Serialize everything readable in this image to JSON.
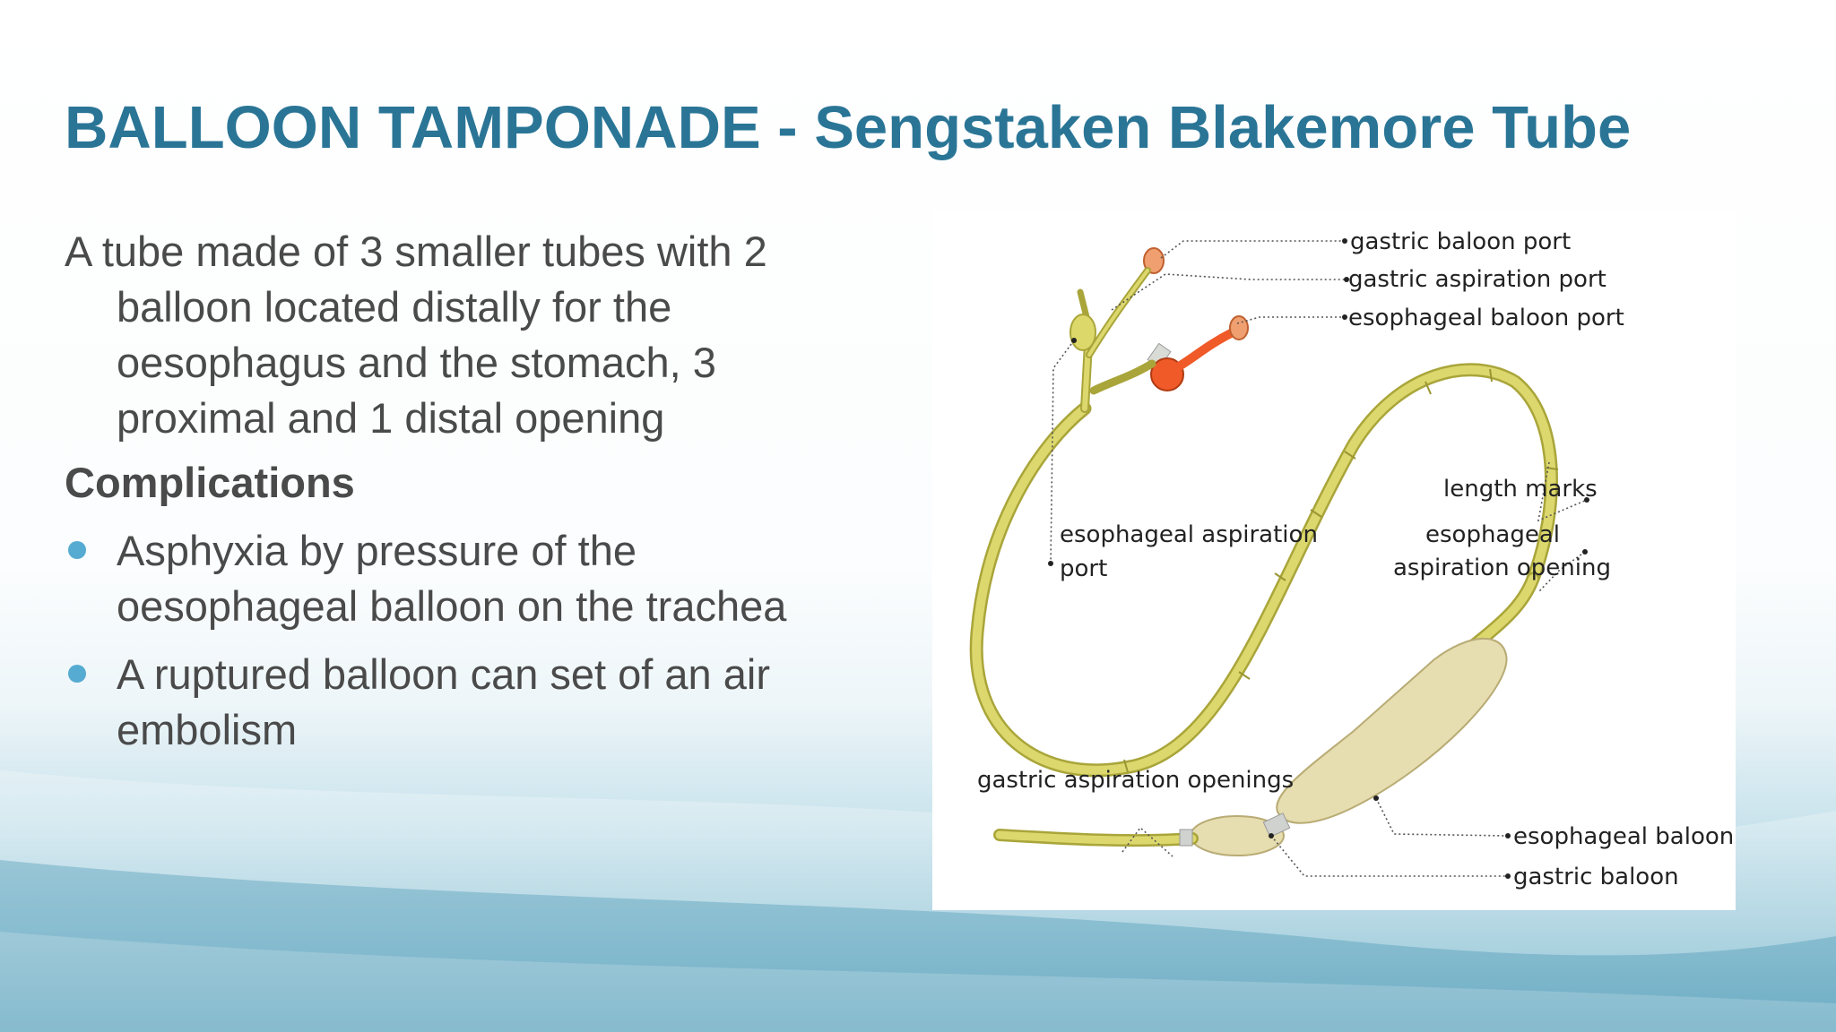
{
  "slide": {
    "title": "BALLOON TAMPONADE - Sengstaken Blakemore Tube",
    "intro": "A tube made of 3 smaller tubes with 2 balloon located distally for the oesophagus and the stomach, 3 proximal and 1 distal opening",
    "complications_heading": "Complications",
    "bullets": [
      "Asphyxia by pressure of the oesophageal balloon on the trachea",
      "A ruptured balloon can set of an air embolism"
    ],
    "colors": {
      "title": "#2a7596",
      "bullet": "#56abd2",
      "tube": "#d9d66a",
      "balloon": "#e8dfb0",
      "esophageal_port": "#f05a28"
    }
  },
  "figure": {
    "labels": {
      "gastric_balloon_port": "gastric baloon port",
      "gastric_aspiration_port": "gastric aspiration port",
      "esophageal_balloon_port": "esophageal baloon port",
      "length_marks": "length marks",
      "esophageal_aspiration_port_1": "esophageal aspiration",
      "esophageal_aspiration_port_2": "port",
      "esophageal_aspiration_opening_1": "esophageal",
      "esophageal_aspiration_opening_2": "aspiration opening",
      "gastric_aspiration_openings": "gastric aspiration openings",
      "esophageal_balloon": "esophageal baloon",
      "gastric_balloon": "gastric baloon"
    }
  }
}
